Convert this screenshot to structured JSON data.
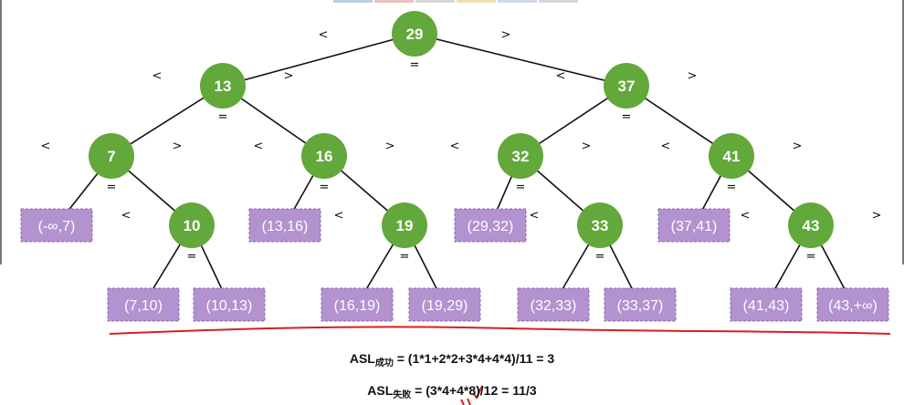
{
  "colors": {
    "node_fill": "#62a83a",
    "node_text": "#ffffff",
    "interval_fill": "#b292cf",
    "interval_border": "#8e6ab3",
    "interval_text": "#ffffff",
    "edge": "#111111",
    "underline": "#d62020"
  },
  "top_strip_colors": [
    "#b9cfe6",
    "#e8c2c2",
    "#d7d7d7",
    "#f0dfae",
    "#cdd9ea",
    "#d7d7d7"
  ],
  "tree": {
    "nodes": [
      {
        "id": "29",
        "label": "29"
      },
      {
        "id": "13",
        "label": "13"
      },
      {
        "id": "37",
        "label": "37"
      },
      {
        "id": "7",
        "label": "7"
      },
      {
        "id": "16",
        "label": "16"
      },
      {
        "id": "32",
        "label": "32"
      },
      {
        "id": "41",
        "label": "41"
      },
      {
        "id": "10",
        "label": "10"
      },
      {
        "id": "19",
        "label": "19"
      },
      {
        "id": "33",
        "label": "33"
      },
      {
        "id": "43",
        "label": "43"
      }
    ],
    "intervals": [
      {
        "id": "i1",
        "label": "(-∞,7)"
      },
      {
        "id": "i2",
        "label": "(13,16)"
      },
      {
        "id": "i3",
        "label": "(29,32)"
      },
      {
        "id": "i4",
        "label": "(37,41)"
      },
      {
        "id": "i5",
        "label": "(7,10)"
      },
      {
        "id": "i6",
        "label": "(10,13)"
      },
      {
        "id": "i7",
        "label": "(16,19)"
      },
      {
        "id": "i8",
        "label": "(19,29)"
      },
      {
        "id": "i9",
        "label": "(32,33)"
      },
      {
        "id": "i10",
        "label": "(33,37)"
      },
      {
        "id": "i11",
        "label": "(41,43)"
      },
      {
        "id": "i12",
        "label": "(43,+∞)"
      }
    ],
    "edges": [
      [
        "29",
        "13"
      ],
      [
        "29",
        "37"
      ],
      [
        "13",
        "7"
      ],
      [
        "13",
        "16"
      ],
      [
        "37",
        "32"
      ],
      [
        "37",
        "41"
      ],
      [
        "7",
        "i1"
      ],
      [
        "7",
        "10"
      ],
      [
        "16",
        "i2"
      ],
      [
        "16",
        "19"
      ],
      [
        "32",
        "i3"
      ],
      [
        "32",
        "33"
      ],
      [
        "41",
        "i4"
      ],
      [
        "41",
        "43"
      ],
      [
        "10",
        "i5"
      ],
      [
        "10",
        "i6"
      ],
      [
        "19",
        "i7"
      ],
      [
        "19",
        "i8"
      ],
      [
        "33",
        "i9"
      ],
      [
        "33",
        "i10"
      ],
      [
        "43",
        "i11"
      ],
      [
        "43",
        "i12"
      ]
    ],
    "less_symbol": "<",
    "equal_symbol": "=",
    "greater_symbol": ">"
  },
  "formulas": {
    "success": {
      "prefix": "ASL",
      "subscript": "成功",
      "expr": " = (1*1+2*2+3*4+4*4)/11 = 3"
    },
    "failure": {
      "prefix": "ASL",
      "subscript": "失败",
      "expr": " = (3*4+4*8)/12 = 11/3"
    }
  }
}
